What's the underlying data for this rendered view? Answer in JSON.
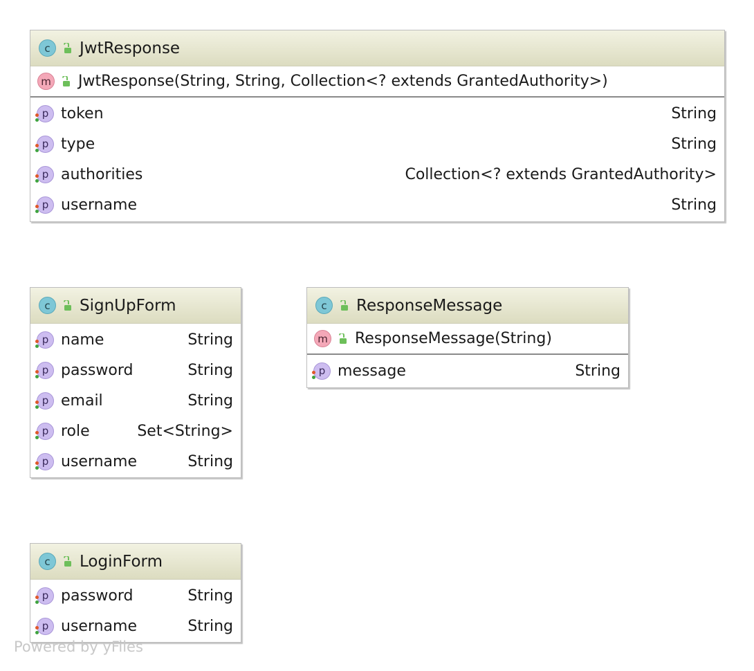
{
  "classes": {
    "jwt": {
      "name": "JwtResponse",
      "constructor": "JwtResponse(String, String, Collection<? extends GrantedAuthority>)",
      "fields": [
        {
          "name": "token",
          "type": "String"
        },
        {
          "name": "type",
          "type": "String"
        },
        {
          "name": "authorities",
          "type": "Collection<? extends GrantedAuthority>"
        },
        {
          "name": "username",
          "type": "String"
        }
      ]
    },
    "signup": {
      "name": "SignUpForm",
      "fields": [
        {
          "name": "name",
          "type": "String"
        },
        {
          "name": "password",
          "type": "String"
        },
        {
          "name": "email",
          "type": "String"
        },
        {
          "name": "role",
          "type": "Set<String>"
        },
        {
          "name": "username",
          "type": "String"
        }
      ]
    },
    "response": {
      "name": "ResponseMessage",
      "constructor": "ResponseMessage(String)",
      "fields": [
        {
          "name": "message",
          "type": "String"
        }
      ]
    },
    "login": {
      "name": "LoginForm",
      "fields": [
        {
          "name": "password",
          "type": "String"
        },
        {
          "name": "username",
          "type": "String"
        }
      ]
    }
  },
  "badges": {
    "class": "c",
    "method": "m",
    "property": "p"
  },
  "icons": {
    "class": "class-icon",
    "method": "method-icon",
    "property": "property-icon",
    "visibility": "unlock-icon"
  },
  "colors": {
    "header_top": "#f2f2e2",
    "header_bottom": "#dcdcc0",
    "class_badge": "#7ec7d6",
    "method_badge": "#f4a8b8",
    "property_badge": "#cdbdf0",
    "lock": "#6dbf5a"
  },
  "watermark": "Powered by yFiles"
}
